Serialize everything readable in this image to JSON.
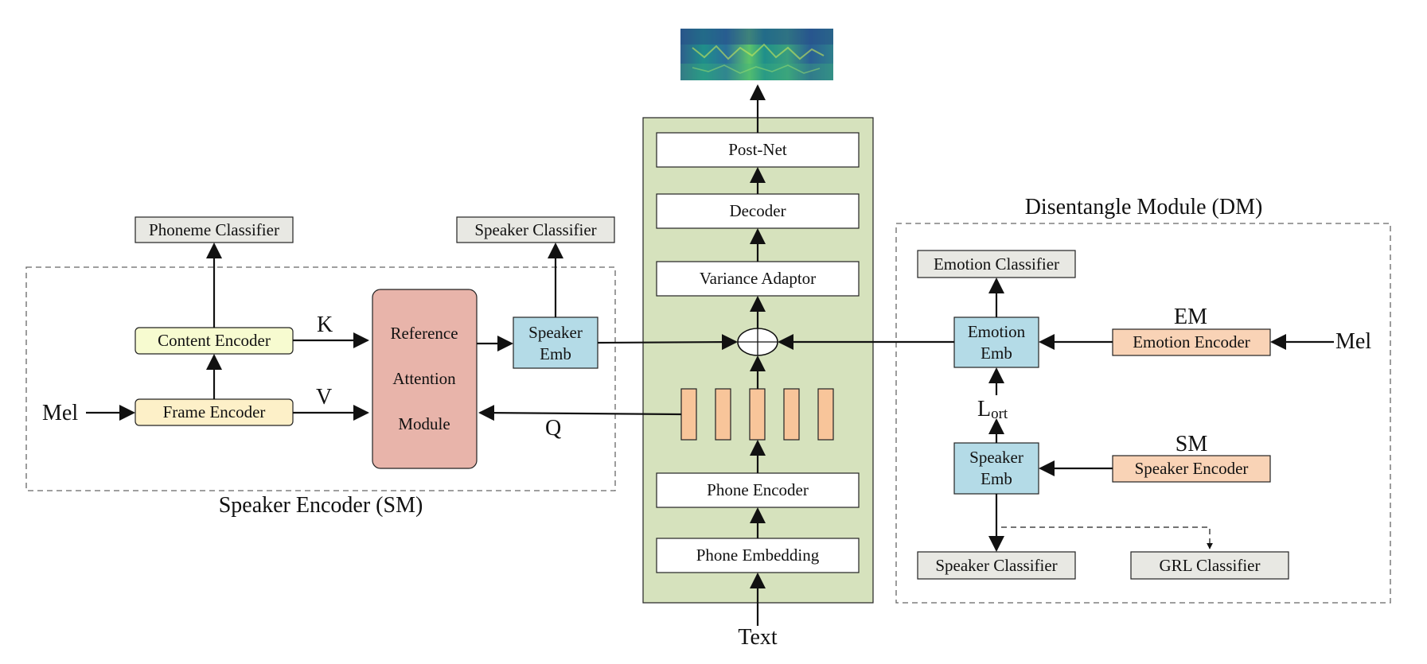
{
  "speaker_encoder": {
    "title": "Speaker Encoder (SM)",
    "mel_input": "Mel",
    "frame_encoder": "Frame Encoder",
    "content_encoder": "Content Encoder",
    "phoneme_classifier": "Phoneme Classifier",
    "key_label": "K",
    "value_label": "V",
    "query_label": "Q",
    "ref_attention_line1": "Reference",
    "ref_attention_line2": "Attention",
    "ref_attention_line3": "Module",
    "speaker_emb_line1": "Speaker",
    "speaker_emb_line2": "Emb",
    "speaker_classifier": "Speaker Classifier"
  },
  "backbone": {
    "text_input": "Text",
    "phone_embedding": "Phone Embedding",
    "phone_encoder": "Phone Encoder",
    "variance_adaptor": "Variance Adaptor",
    "decoder": "Decoder",
    "post_net": "Post-Net"
  },
  "disentangle_module": {
    "title": "Disentangle Module (DM)",
    "mel_input": "Mel",
    "em_label": "EM",
    "emotion_encoder": "Emotion Encoder",
    "emotion_emb_line1": "Emotion",
    "emotion_emb_line2": "Emb",
    "emotion_classifier": "Emotion Classifier",
    "loss_main": "L",
    "loss_sub": "ort",
    "sm_label": "SM",
    "speaker_encoder": "Speaker Encoder",
    "speaker_emb_line1": "Speaker",
    "speaker_emb_line2": "Emb",
    "speaker_classifier": "Speaker Classifier",
    "grl_classifier": "GRL Classifier"
  },
  "colors": {
    "backbone_bg": "#d6e2bd",
    "classifier": "#e8e8e3",
    "content_encoder": "#f7fbd0",
    "frame_encoder": "#fdf0c8",
    "attention": "#e8b4aa",
    "embedding": "#b4dbe7",
    "orange_encoder": "#f9d3b6",
    "phone_tokens": "#f8c59a"
  }
}
